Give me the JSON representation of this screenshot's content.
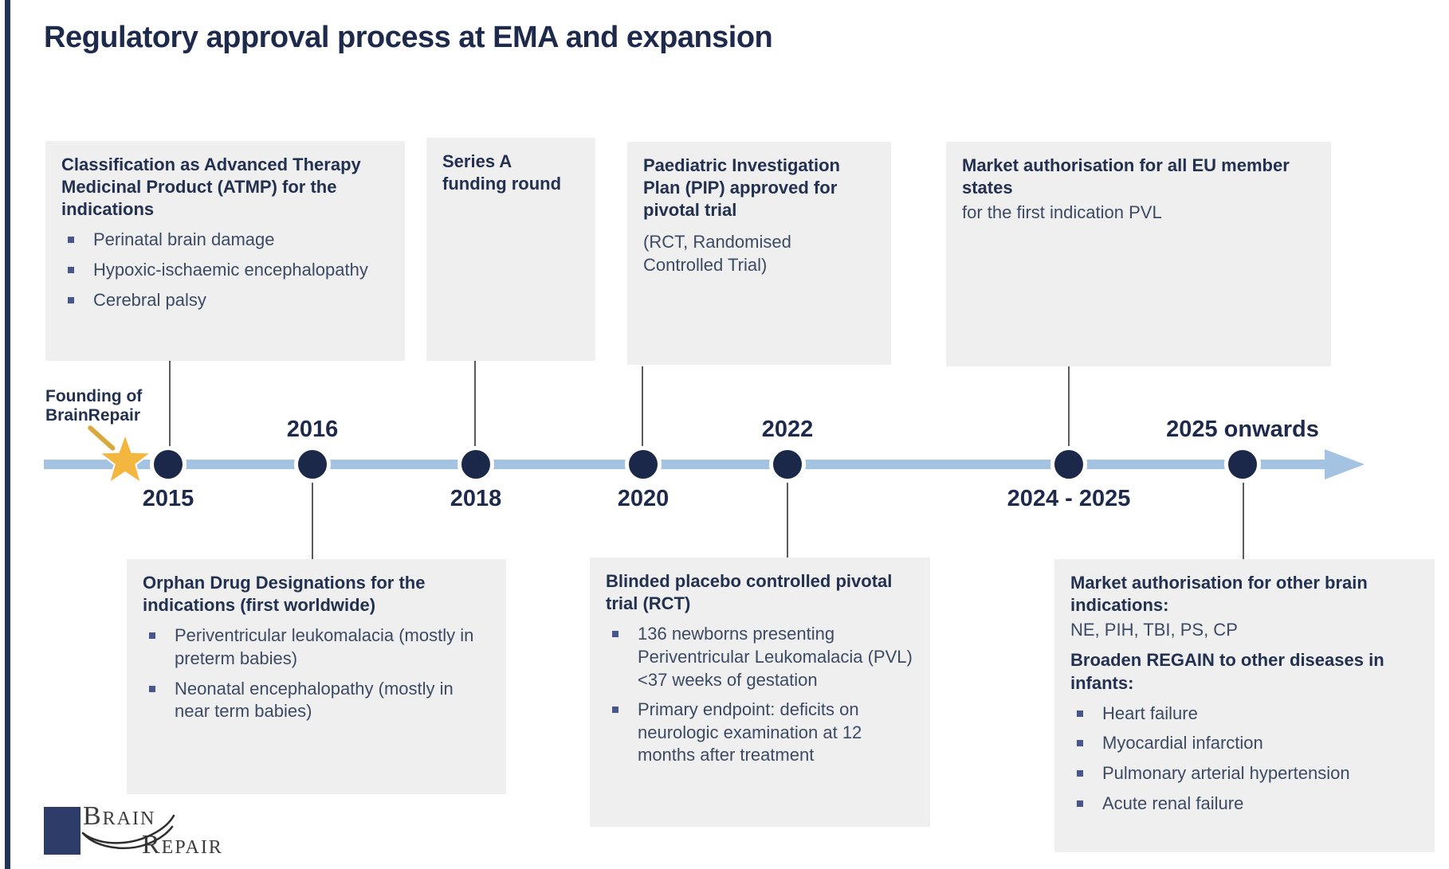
{
  "title": "Regulatory approval process at EMA and expansion",
  "founding_label": "Founding of BrainRepair",
  "cards": {
    "atmp": {
      "heading": "Classification as Advanced Therapy Medicinal Product (ATMP) for the indications",
      "bullets": [
        "Perinatal brain damage",
        "Hypoxic-ischaemic encephalopathy",
        "Cerebral palsy"
      ]
    },
    "series_a": {
      "heading": "Series A funding round"
    },
    "pip": {
      "heading": "Paediatric Investigation Plan (PIP) approved for pivotal trial",
      "note": "(RCT, Randomised Controlled Trial)"
    },
    "eu_market": {
      "heading": "Market authorisation for all EU member states",
      "note": "for the first indication PVL"
    },
    "orphan": {
      "heading": "Orphan Drug Designations for the indications (first worldwide)",
      "bullets": [
        "Periventricular leukomalacia (mostly in preterm babies)",
        "Neonatal encephalopathy (mostly in near term babies)"
      ]
    },
    "trial": {
      "heading": "Blinded placebo controlled pivotal trial (RCT)",
      "bullets": [
        "136 newborns presenting Periventricular Leukomalacia (PVL) <37 weeks of gestation",
        "Primary endpoint: deficits on neurologic examination at 12 months after treatment"
      ]
    },
    "expansion": {
      "heading": "Market authorisation for other brain indications:",
      "note": "NE, PIH, TBI, PS, CP",
      "heading2": "Broaden REGAIN to other diseases in infants:",
      "bullets": [
        "Heart failure",
        "Myocardial infarction",
        "Pulmonary arterial hypertension",
        "Acute renal failure"
      ]
    }
  },
  "timeline": {
    "years": [
      {
        "label": "2015",
        "position": "below"
      },
      {
        "label": "2016",
        "position": "above"
      },
      {
        "label": "2018",
        "position": "below"
      },
      {
        "label": "2020",
        "position": "below"
      },
      {
        "label": "2022",
        "position": "above"
      },
      {
        "label": "2024 - 2025",
        "position": "below"
      },
      {
        "label": "2025 onwards",
        "position": "above"
      }
    ]
  },
  "logo": {
    "word1": "Brain",
    "word2": "Repair"
  },
  "colors": {
    "heading_navy": "#233150",
    "title_navy": "#1d2a4c",
    "body_text": "#3c4a63",
    "card_bg": "#efeff0",
    "timeline_bar_blue": "#a4c2e1",
    "dot_navy": "#1b2849",
    "connector_gray": "#5b5b5b",
    "star_gold": "#f3b63f",
    "arrow_gold": "#d8a93e",
    "left_border_navy": "#243355",
    "logo_square_navy": "#2d3c69"
  }
}
